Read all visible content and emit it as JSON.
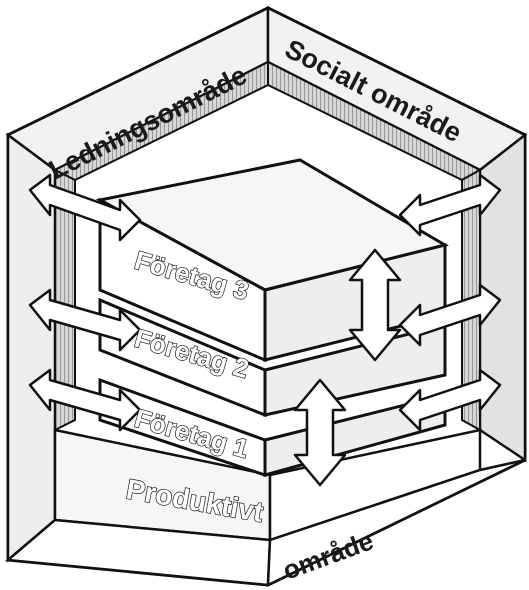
{
  "labels": {
    "top_left": "Ledningsområde",
    "top_right": "Socialt område",
    "layer3": "Företag 3",
    "layer2": "Företag 2",
    "layer1": "Företag 1",
    "bottom_left": "Produktivt",
    "bottom_right": "område"
  },
  "colors": {
    "line": "#111111",
    "hatch_light": "#cfcfcf",
    "face_top": "#f2f2f2",
    "face_left": "#e6e6e6",
    "face_right": "#d9d9d9"
  }
}
